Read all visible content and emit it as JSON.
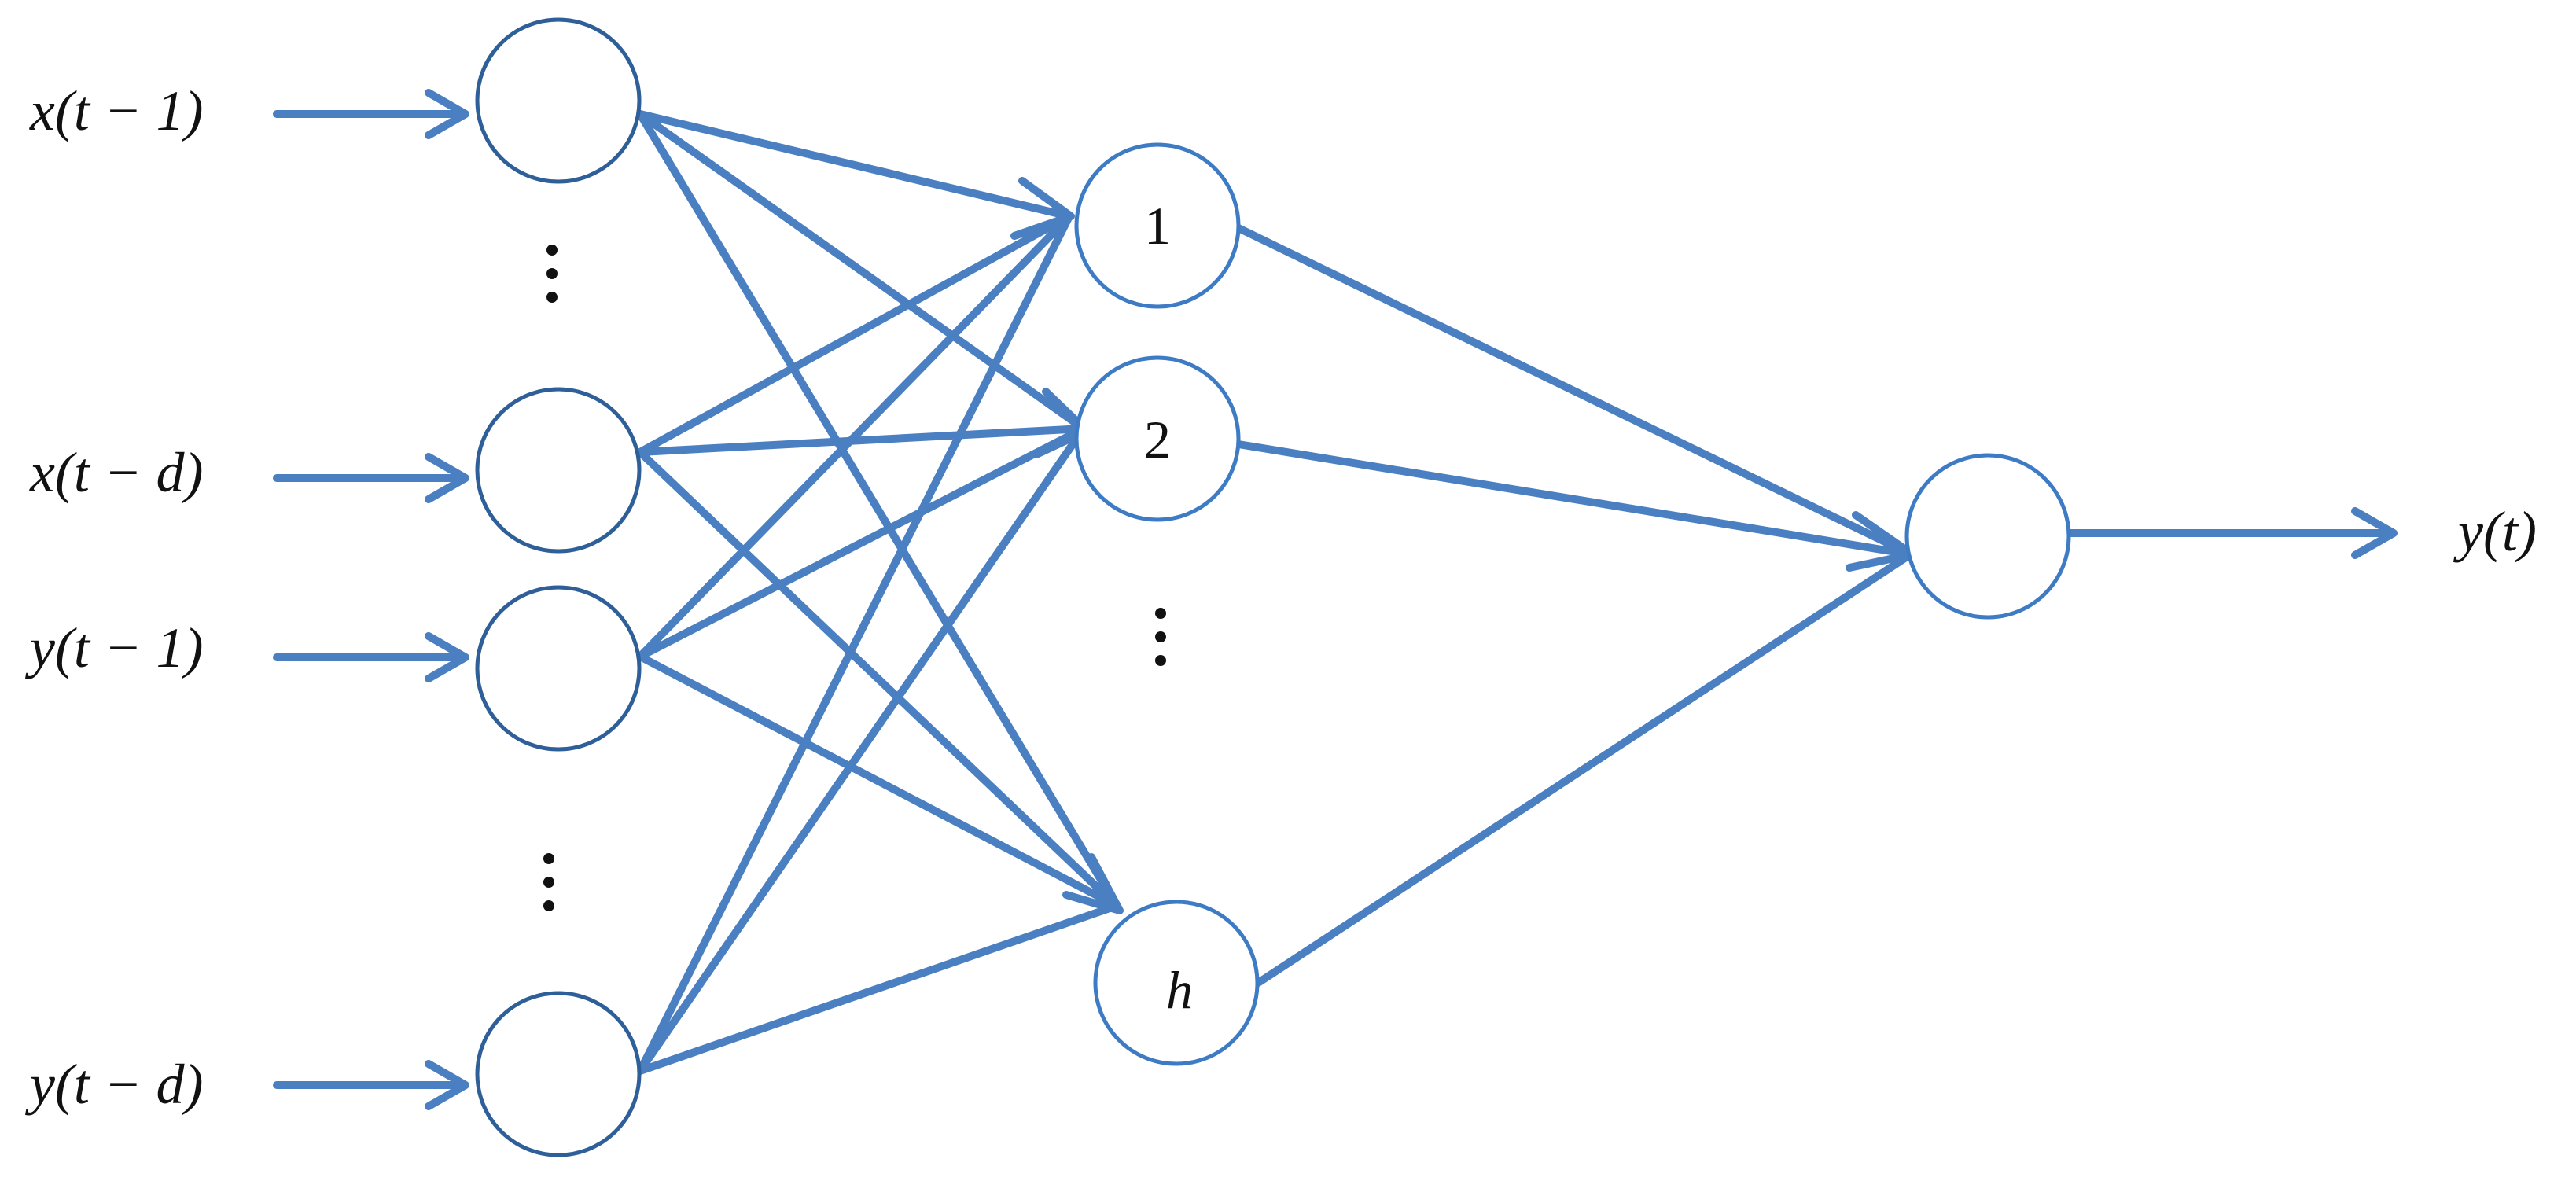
{
  "diagram": {
    "inputs": [
      {
        "label": "x(t − 1)"
      },
      {
        "label": "x(t − d)"
      },
      {
        "label": "y(t − 1)"
      },
      {
        "label": "y(t − d)"
      }
    ],
    "hidden": [
      {
        "label": "1"
      },
      {
        "label": "2"
      },
      {
        "label": "h"
      }
    ],
    "output": {
      "label": "y(t)"
    },
    "ellipsis": "⋮",
    "colors": {
      "edge": "#4a7fc1",
      "input_node_stroke": "#2e5f99",
      "node_stroke": "#3d7bc4",
      "text": "#111111"
    }
  }
}
